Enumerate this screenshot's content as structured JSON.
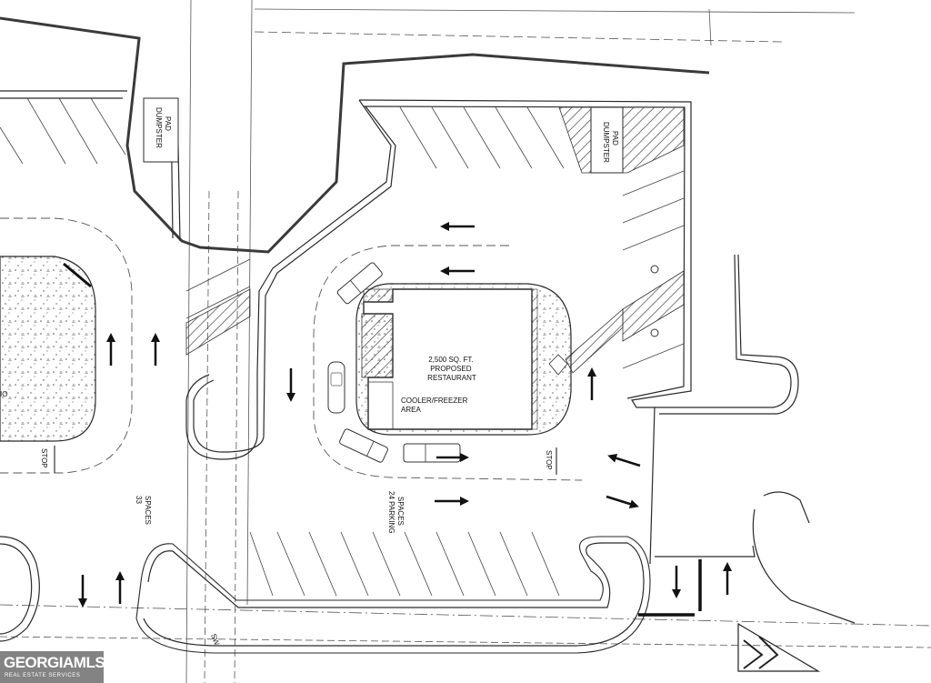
{
  "labels": {
    "dumpster_left": [
      "DUMPSTER",
      "PAD"
    ],
    "dumpster_right": [
      "DUMPSTER",
      "PAD"
    ],
    "restaurant": [
      "2,500 SQ. FT.",
      "PROPOSED",
      "RESTAURANT"
    ],
    "cooler": [
      "COOLER/FREEZER",
      "AREA"
    ],
    "parking_24": [
      "24 PARKING",
      "SPACES"
    ],
    "parking_33": [
      "33",
      "SPACES"
    ],
    "stop_left": "STOP",
    "stop_right": "STOP",
    "partial_left": "IO",
    "sw": "SW"
  },
  "watermark": {
    "main": "GEORGIAMLS",
    "sub": "REAL ESTATE SERVICES"
  },
  "colors": {
    "line": "#2a2a2a",
    "heavy": "#3a3a3a",
    "hatch": "#444444"
  }
}
